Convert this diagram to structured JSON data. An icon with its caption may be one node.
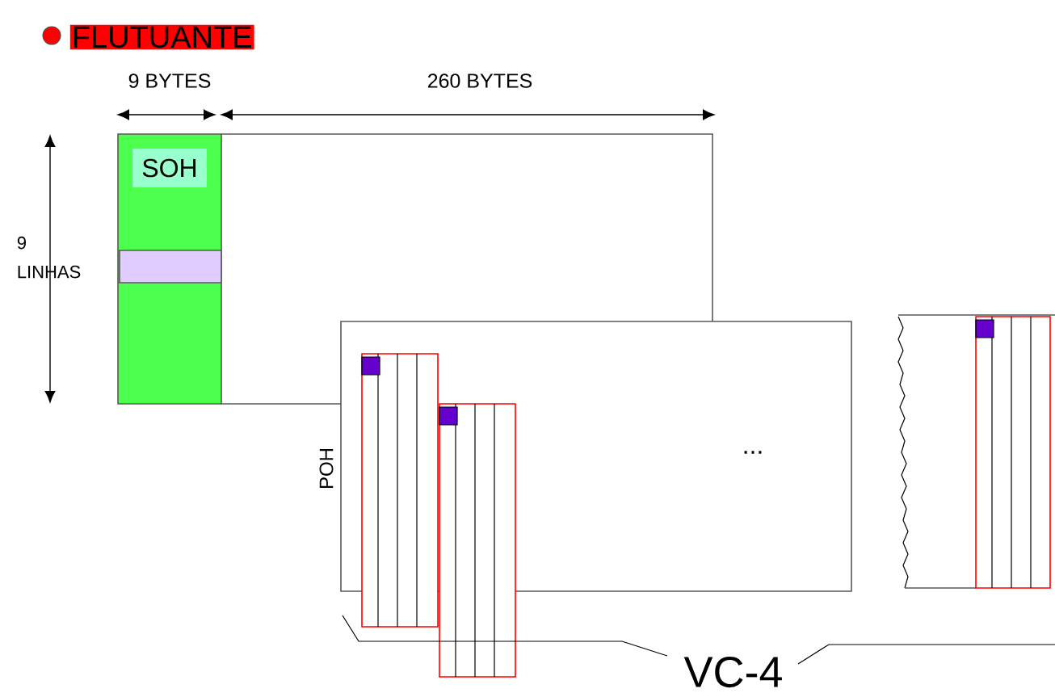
{
  "diagram": {
    "nodes": [
      {
        "text": [
          "FLUTUANTE"
        ]
      },
      {
        "text": [
          "SOH"
        ]
      },
      {
        "text": [
          "POH"
        ]
      }
    ],
    "labels": [
      "9 BYTES",
      "260 BYTES",
      "9 LINHAS",
      "...",
      "VC-4"
    ]
  }
}
